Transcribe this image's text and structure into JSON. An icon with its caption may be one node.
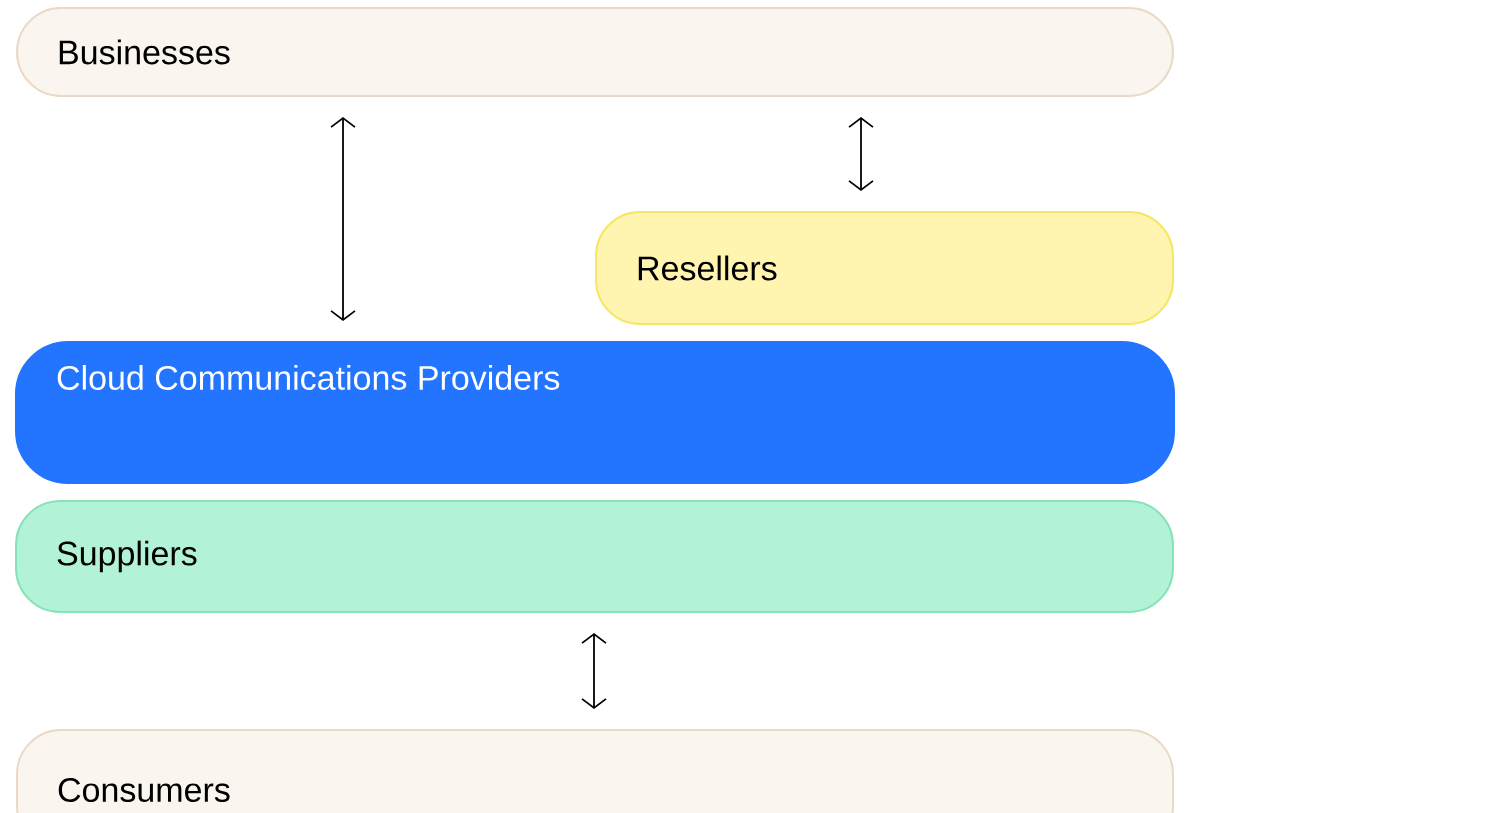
{
  "diagram": {
    "nodes": [
      {
        "text": [
          "Businesses"
        ]
      },
      {
        "text": [
          "Resellers"
        ]
      },
      {
        "text": [
          "Cloud Communications Providers"
        ]
      },
      {
        "text": [
          "Suppliers"
        ]
      },
      {
        "text": [
          "Consumers"
        ]
      }
    ],
    "edges": [
      {
        "from": 0,
        "to": 2,
        "arrow": "both"
      },
      {
        "from": 0,
        "to": 1,
        "arrow": "both"
      },
      {
        "from": 3,
        "to": 4,
        "arrow": "both"
      }
    ]
  }
}
